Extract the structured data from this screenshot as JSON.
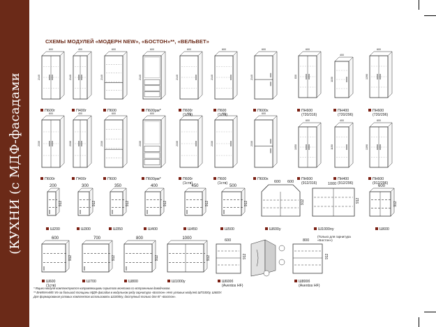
{
  "side_title": "(КУХНИ (с МДФ-фасадами",
  "heading": "СХЕМЫ МОДУЛЕЙ «МОДЕРН NEW», «БОСТОН»**, «ВЕЛЬВЕТ»",
  "colors": {
    "brand": "#6b2a18",
    "line": "#333333",
    "marker": "#7a1f12"
  },
  "row1": [
    {
      "label": "П600г",
      "dims": [
        "2140",
        "600"
      ]
    },
    {
      "label": "П400г",
      "dims": [
        "2140",
        "400"
      ]
    },
    {
      "label": "П600",
      "dims": [
        "2140",
        "600"
      ]
    },
    {
      "label": "П600рм*",
      "dims": [
        "2140",
        "600"
      ]
    },
    {
      "label": "П600г (1ств)",
      "dims": [
        "2140",
        "600"
      ]
    },
    {
      "label": "П600 (1ств)",
      "dims": [
        "2140",
        "600"
      ]
    },
    {
      "label": "П600х",
      "dims": [
        "2140",
        "600"
      ]
    },
    {
      "label": "ПН600 (720/316)",
      "dims": [
        "830",
        "600"
      ]
    },
    {
      "label": "ПН400 (720/296)",
      "dims": [
        "1150",
        "400"
      ]
    },
    {
      "label": "ПН600 (720/296)",
      "dims": [
        "1390",
        "600"
      ]
    }
  ],
  "row2": [
    {
      "label": "П600г",
      "dims": [
        "2330",
        "600"
      ]
    },
    {
      "label": "П400г",
      "dims": [
        "2330",
        "400"
      ]
    },
    {
      "label": "П600",
      "dims": [
        "2330",
        "600"
      ]
    },
    {
      "label": "П600рм*",
      "dims": [
        "2330",
        "600"
      ]
    },
    {
      "label": "П600г (1ств)",
      "dims": [
        "2330",
        "600"
      ]
    },
    {
      "label": "П600 (1ств)",
      "dims": [
        "2330",
        "600"
      ]
    },
    {
      "label": "П600х",
      "dims": [
        "2330",
        "600"
      ]
    },
    {
      "label": "ПН600 (912/316)",
      "dims": [
        "1050",
        "600"
      ]
    },
    {
      "label": "ПН400 (912/296)",
      "dims": [
        "1150",
        "400"
      ]
    },
    {
      "label": "ПН600 (912/296)",
      "dims": [
        "1390",
        "600"
      ]
    }
  ],
  "row3": [
    {
      "label": "Ш200",
      "width": "200",
      "height": "912"
    },
    {
      "label": "Ш300",
      "width": "300",
      "height": "912"
    },
    {
      "label": "Ш350",
      "width": "350",
      "height": "912"
    },
    {
      "label": "Ш400",
      "width": "400",
      "height": "912"
    },
    {
      "label": "Ш450",
      "width": "450",
      "height": "912"
    },
    {
      "label": "Ш500",
      "width": "500",
      "height": "912"
    },
    {
      "label": "Ш600у",
      "width": "600",
      "width2": "600",
      "height": "912"
    },
    {
      "label": "Ш1000пу",
      "width": "1000",
      "height": "912",
      "note": "(Только для гарнитура «Бостон»)"
    },
    {
      "label": "Ш600",
      "width": "600",
      "height": "912"
    }
  ],
  "row4": [
    {
      "label": "Ш600 (1ств)",
      "width": "600",
      "height": "912"
    },
    {
      "label": "Ш700",
      "width": "700",
      "height": "912"
    },
    {
      "label": "Ш800",
      "width": "800",
      "height": "912"
    },
    {
      "label": "Ш1000у",
      "width": "1000",
      "height": "912"
    },
    {
      "label": "Ш600б (Aventos HF)",
      "width": "600",
      "height": "912"
    },
    {
      "label": "Ш800б (Aventos HF)",
      "width": "800",
      "height": "912"
    }
  ],
  "footnotes": [
    "* Ящики модуля комплектуются направляющими скрытого монтажа со встроенным доводчиком.",
    "** ВНИМАНИЕ! Из-за большой толщины МДФ-фасадов в модульном ряду гарнитура «Бостон» Нет угловых модулей ШП1000у, Ш600У.",
    "Для формирования угловых комплектов использовать Ш1000пу, доступный только для КГ «Бостон»."
  ]
}
